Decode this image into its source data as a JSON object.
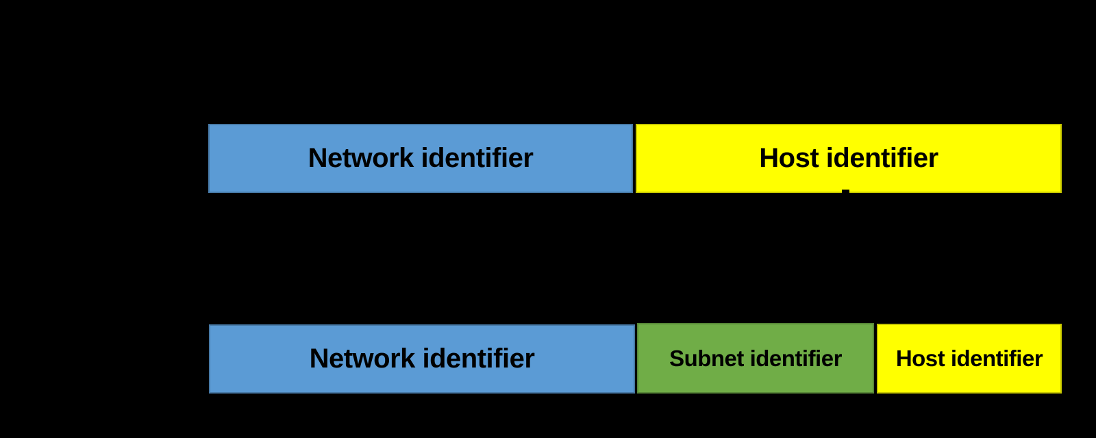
{
  "background_color": "#000000",
  "text_color": "#000000",
  "diagram": {
    "rows": [
      {
        "id": "address-without-subnetting",
        "segments": [
          {
            "label": "Network identifier",
            "color": "#5B9BD5"
          },
          {
            "label": "Host identifier",
            "color": "#FFFF00"
          }
        ]
      },
      {
        "id": "address-with-subnetting",
        "segments": [
          {
            "label": "Network identifier",
            "color": "#5B9BD5"
          },
          {
            "label": "Subnet identifier",
            "color": "#70AD47"
          },
          {
            "label": "Host identifier",
            "color": "#FFFF00"
          }
        ]
      }
    ]
  }
}
